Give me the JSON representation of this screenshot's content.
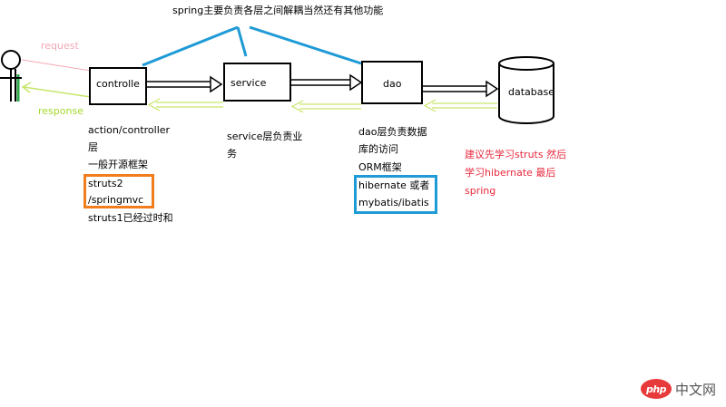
{
  "title": "spring主要负责各层之间解耦当然还有其他功能",
  "actor": {
    "request_label": "request",
    "response_label": "response"
  },
  "boxes": {
    "controller": "controlle",
    "service": "service",
    "dao": "dao",
    "database": "database"
  },
  "notes": {
    "controller": [
      "action/controller",
      "层",
      "一般开源框架",
      "struts2",
      "/springmvc",
      "struts1已经过时和"
    ],
    "service": [
      "service层负责业",
      "务"
    ],
    "dao": [
      "dao层负责数据",
      "库的访问",
      "ORM框架",
      "hibernate 或者",
      "mybatis/ibatis"
    ],
    "advice": [
      "建议先学习struts 然后",
      "学习hibernate 最后",
      "spring"
    ]
  },
  "colors": {
    "request_line": "#f4a9b7",
    "response_line": "#c6e56a",
    "title_lines": "#1e9ad6",
    "struts_highlight": "#f07d1e",
    "hibernate_highlight": "#1e9ad6",
    "advice_text": "#e8283c",
    "actor_body": "#2fa84a"
  },
  "watermark": {
    "logo_text": "php",
    "site_text": "中文网"
  }
}
